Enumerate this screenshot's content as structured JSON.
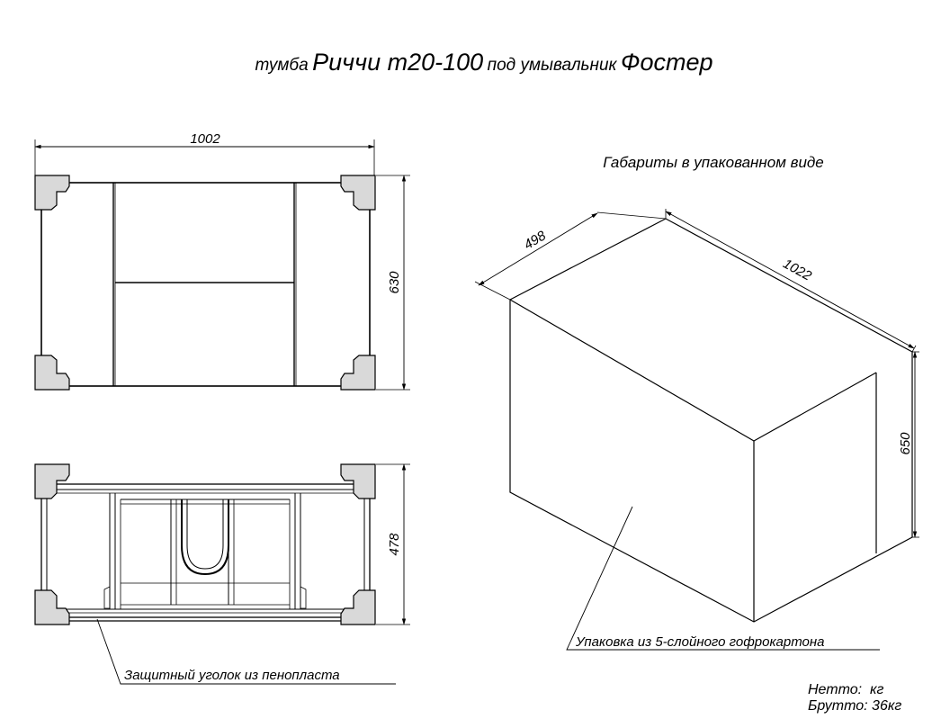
{
  "title": {
    "part1": "тумба",
    "part2": "Риччи т20-100",
    "part3": "под умывальник",
    "part4": "Фостер"
  },
  "front_view": {
    "width_label": "1002",
    "height_label": "630"
  },
  "top_view": {
    "depth_label": "478",
    "corner_note": "Защитный уголок из пенопласта"
  },
  "package": {
    "heading": "Габариты в упакованном виде",
    "depth_label": "498",
    "width_label": "1022",
    "height_label": "650",
    "material_note": "Упаковка из 5-слойного гофрокартона"
  },
  "weights": {
    "net": "Нетто:  кг",
    "gross": "Брутто: 36кг"
  },
  "colors": {
    "line": "#000000",
    "corner_fill": "#d9d9d9",
    "background": "#ffffff"
  }
}
